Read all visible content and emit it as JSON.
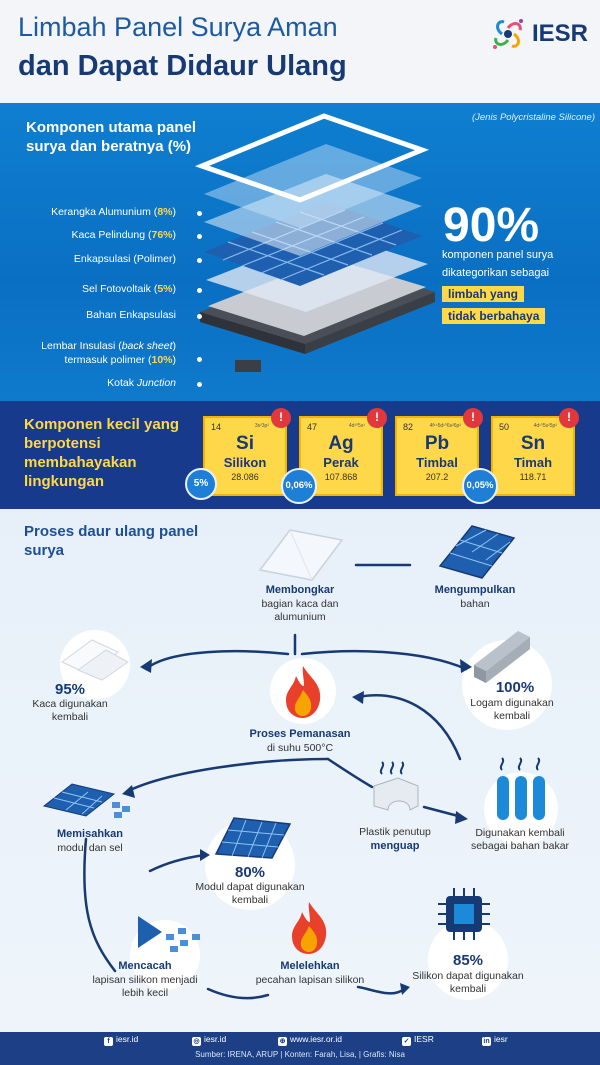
{
  "header": {
    "title_line1": "Limbah Panel Surya Aman",
    "title_line2": "dan Dapat Didaur Ulang",
    "logo_text": "IESR"
  },
  "components": {
    "heading": "Komponen utama panel surya dan beratnya (%)",
    "subtitle_prefix": "(Jenis ",
    "subtitle_italic": "Polycristaline Silicone",
    "subtitle_suffix": ")",
    "items": [
      {
        "label": "Kerangka Alumunium (",
        "pct": "8%",
        "end": ")"
      },
      {
        "label": "Kaca Pelindung (",
        "pct": "76%",
        "end": ")"
      },
      {
        "label": "Enkapsulasi (Polimer)",
        "pct": "",
        "end": ""
      },
      {
        "label": "Sel Fotovoltaik (",
        "pct": "5%",
        "end": ")"
      },
      {
        "label": "Bahan Enkapsulasi",
        "pct": "",
        "end": ""
      },
      {
        "label_a": "Lembar Insulasi (",
        "label_italic": "back sheet",
        "label_b": ")",
        "label2": "termasuk polimer (",
        "pct": "10%",
        "end": ")"
      },
      {
        "label_a": "Kotak ",
        "label_italic": "Junction"
      }
    ],
    "big_pct": "90%",
    "big_desc_1": "komponen panel surya",
    "big_desc_2": "dikategorikan sebagai",
    "highlight_1": "limbah yang",
    "highlight_2": "tidak berbahaya"
  },
  "hazard": {
    "heading": "Komponen kecil yang berpotensi membahayakan lingkungan",
    "elements": [
      {
        "number": "14",
        "config": "3s²3p²",
        "symbol": "Si",
        "name": "Silikon",
        "weight": "28.086",
        "pct": "5%"
      },
      {
        "number": "47",
        "config": "4d¹⁰5s¹",
        "symbol": "Ag",
        "name": "Perak",
        "weight": "107.868",
        "pct": "0,06%"
      },
      {
        "number": "82",
        "config": "4f¹⁴5d¹⁰6s²6p²",
        "symbol": "Pb",
        "name": "Timbal",
        "weight": "207.2",
        "pct": "0,05%"
      },
      {
        "number": "50",
        "config": "4d¹⁰5s²5p²",
        "symbol": "Sn",
        "name": "Timah",
        "weight": "118.71",
        "pct": ""
      }
    ],
    "warn_symbol": "!"
  },
  "process": {
    "heading": "Proses daur ulang panel surya",
    "dismantle_bold": "Membongkar",
    "dismantle_text": "bagian kaca dan alumunium",
    "collect_bold": "Mengumpulkan",
    "collect_text": "bahan",
    "glass_pct": "95%",
    "glass_text": "Kaca digunakan kembali",
    "metal_pct": "100%",
    "metal_text": "Logam digunakan kembali",
    "heat_bold": "Proses Pemanasan",
    "heat_text": "di suhu 500°C",
    "separate_bold": "Memisahkan",
    "separate_text": "modul dan sel",
    "plastic_text": "Plastik penutup",
    "plastic_bold": "menguap",
    "fuel_text": "Digunakan kembali sebagai bahan bakar",
    "module_pct": "80%",
    "module_text": "Modul dapat digunakan kembali",
    "shred_bold": "Mencacah",
    "shred_text": "lapisan silikon menjadi lebih kecil",
    "melt_bold": "Melelehkan",
    "melt_text": "pecahan lapisan silikon",
    "silicon_pct": "85%",
    "silicon_text": "Silikon dapat digunakan kembali"
  },
  "footer": {
    "social": [
      {
        "icon": "facebook-icon",
        "glyph": "f",
        "text": "iesr.id"
      },
      {
        "icon": "instagram-icon",
        "glyph": "◎",
        "text": "iesr.id"
      },
      {
        "icon": "web-icon",
        "glyph": "⊕",
        "text": "www.iesr.or.id"
      },
      {
        "icon": "twitter-icon",
        "glyph": "✓",
        "text": "IESR"
      },
      {
        "icon": "linkedin-icon",
        "glyph": "in",
        "text": "iesr"
      }
    ],
    "credits": "Sumber: IRENA, ARUP | Konten: Farah, Lisa, | Grafis: Nisa"
  }
}
